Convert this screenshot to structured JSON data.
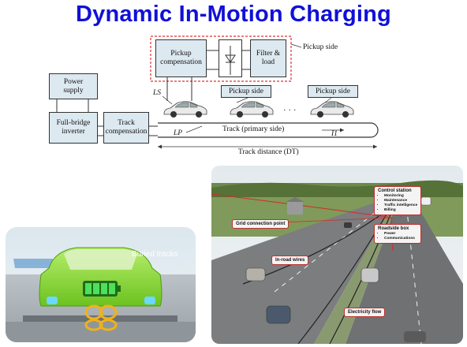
{
  "slide": {
    "title": "Dynamic In-Motion Charging"
  },
  "diagram": {
    "power_supply": "Power supply",
    "inverter": "Full-bridge inverter",
    "track_compensation": "Track compensation",
    "pickup_compensation": "Pickup compensation",
    "filter_load": "Filter & load",
    "pickup_side_main": "Pickup side",
    "pickup_side_1": "Pickup side",
    "pickup_side_2": "Pickup side",
    "ellipsis": "· · ·",
    "ls": "LS",
    "lp": "LP",
    "i1": "I1",
    "track_primary": "Track (primary side)",
    "track_distance": "Track distance (DT)"
  },
  "left_photo": {
    "caption": "Buried tracks"
  },
  "right_photo": {
    "control_station": {
      "title": "Control station",
      "items": [
        "Monitoring",
        "Maintenance",
        "Traffic intelligence",
        "Billing"
      ]
    },
    "roadside_box": {
      "title": "Roadside box",
      "items": [
        "Power",
        "Communications"
      ]
    },
    "grid_connection": "Grid connection point",
    "in_road_wires": "In-road wires",
    "electricity_flow": "Electricity flow"
  },
  "colors": {
    "title": "#1010d8",
    "block_fill": "#dde9f0",
    "dashed_box": "#e03030",
    "car_green": "#8fd83a"
  }
}
